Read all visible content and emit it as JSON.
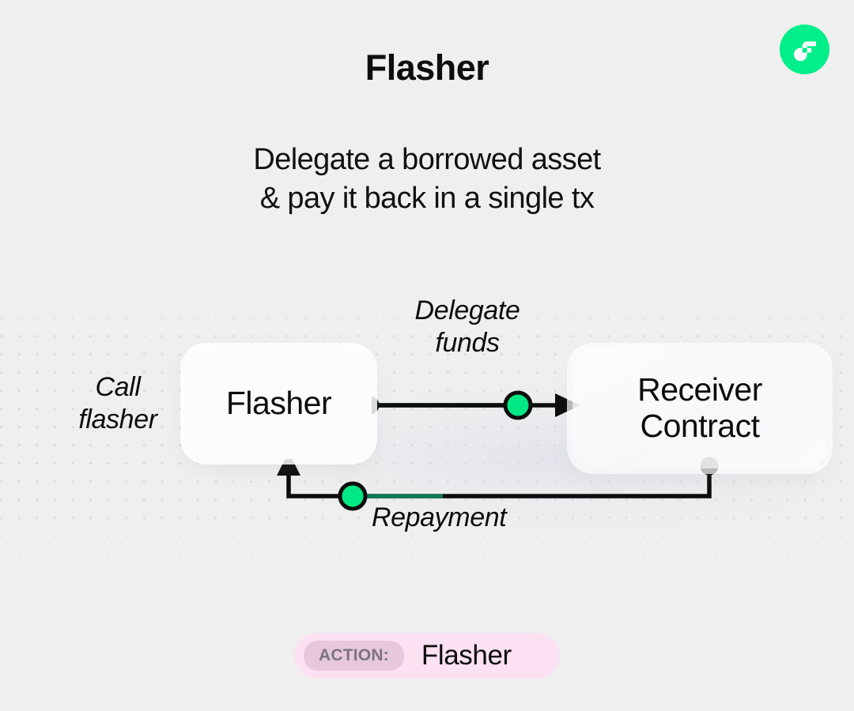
{
  "brand": {
    "logo_icon": "flow-logo-icon",
    "logo_color": "#00ef8b",
    "logo_mark_color": "#ffffff"
  },
  "header": {
    "title": "Flasher",
    "subtitle": "Delegate a borrowed asset\n& pay it back in a single tx"
  },
  "diagram": {
    "nodes": [
      {
        "id": "flasher",
        "label": "Flasher"
      },
      {
        "id": "receiver",
        "label": "Receiver\nContract"
      }
    ],
    "annotations": [
      {
        "id": "call-flasher",
        "text": "Call\nflasher"
      },
      {
        "id": "delegate-funds",
        "text": "Delegate\nfunds"
      },
      {
        "id": "repayment",
        "text": "Repayment"
      }
    ],
    "edges": [
      {
        "id": "delegate-edge",
        "from": "flasher",
        "to": "receiver",
        "label": "Delegate funds",
        "has_token": true
      },
      {
        "id": "repayment-edge",
        "from": "receiver",
        "to": "flasher",
        "label": "Repayment",
        "has_token": true
      }
    ],
    "colors": {
      "token_fill": "#00e884",
      "token_stroke": "#0d0d0d",
      "wire": "#0d0d0d",
      "wire_accent": "#0f7a53",
      "background": "#efefef",
      "node_surface": "#fcfcfc",
      "dot_grid": "#dcdcdd"
    }
  },
  "action": {
    "tag_label": "ACTION:",
    "value": "Flasher",
    "badge_color": "#fbe1f2",
    "tag_color": "#e7c7de",
    "tag_text_color": "#7b7480"
  }
}
